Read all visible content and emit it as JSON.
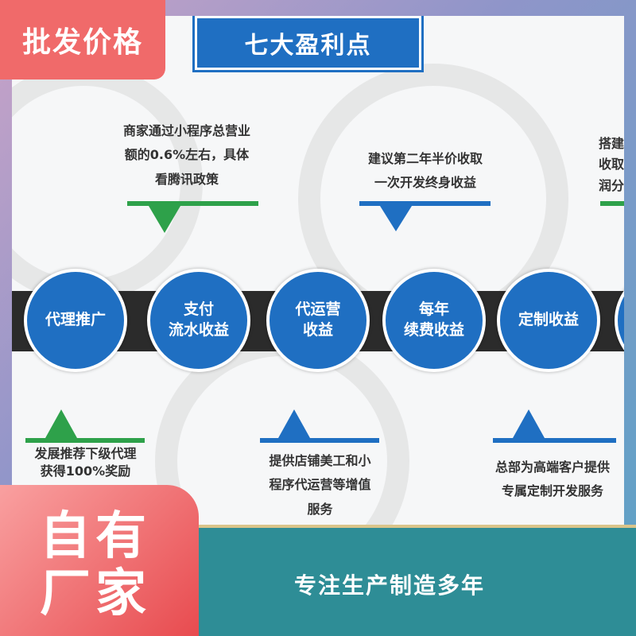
{
  "badge": "批发价格",
  "title": "七大盈利点",
  "circles": [
    {
      "line1": "代理推广",
      "line2": ""
    },
    {
      "line1": "支付",
      "line2": "流水收益"
    },
    {
      "line1": "代运营",
      "line2": "收益"
    },
    {
      "line1": "每年",
      "line2": "续费收益"
    },
    {
      "line1": "定制收益",
      "line2": ""
    }
  ],
  "top_notes": [
    {
      "lines": [
        "商家通过小程序总营业",
        "额的0.6%左右，具体",
        "看腾讯政策"
      ]
    },
    {
      "lines": [
        "建议第二年半价收取",
        "一次开发终身收益"
      ]
    },
    {
      "lines": [
        "搭建",
        "收取",
        "润分"
      ]
    }
  ],
  "bottom_notes": [
    {
      "lines": [
        "发展推荐下级代理",
        "获得100%奖励"
      ]
    },
    {
      "lines": [
        "提供店铺美工和小",
        "程序代运营等增值",
        "服务"
      ]
    },
    {
      "lines": [
        "总部为高端客户提供",
        "专属定制开发服务"
      ]
    }
  ],
  "footer": {
    "left_line1": "自有",
    "left_line2": "厂家",
    "slogan": "专注生产制造多年"
  },
  "colors": {
    "blue": "#1f6fc2",
    "green": "#2ea14a",
    "red": "#f06a6a",
    "teal": "#2e8d96"
  }
}
